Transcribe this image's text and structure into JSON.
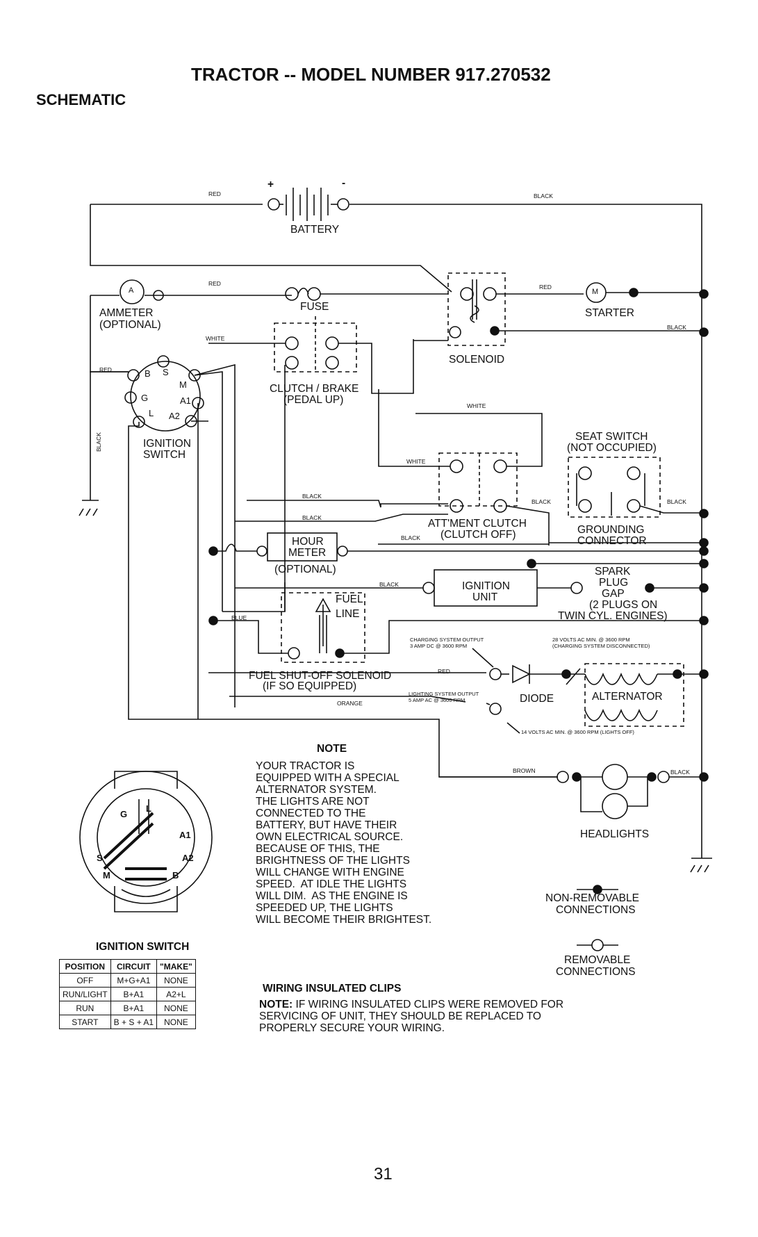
{
  "page": {
    "title": "TRACTOR -- MODEL NUMBER 917.270532",
    "section": "SCHEMATIC",
    "page_number": "31"
  },
  "labels": {
    "battery": "BATTERY",
    "battery_plus": "+",
    "battery_minus": "-",
    "ammeter": "AMMETER",
    "ammeter_optional": "(OPTIONAL)",
    "ammeter_symbol": "A",
    "fuse": "FUSE",
    "solenoid": "SOLENOID",
    "starter": "STARTER",
    "starter_symbol": "M",
    "clutch_brake": "CLUTCH / BRAKE",
    "clutch_brake_sub": "(PEDAL UP)",
    "ignition_switch": "IGNITION",
    "ignition_switch_2": "SWITCH",
    "seat_switch": "SEAT SWITCH",
    "seat_switch_sub": "(NOT OCCUPIED)",
    "attment_clutch": "ATT'MENT CLUTCH",
    "attment_clutch_sub": "(CLUTCH OFF)",
    "grounding": "GROUNDING",
    "grounding_2": "CONNECTOR",
    "hour_meter": "HOUR",
    "hour_meter_2": "METER",
    "hour_meter_optional": "(OPTIONAL)",
    "ignition_unit": "IGNITION",
    "ignition_unit_2": "UNIT",
    "spark_plug": "SPARK",
    "spark_plug_2": "PLUG",
    "spark_plug_3": "GAP",
    "spark_plug_4": "(2 PLUGS ON",
    "spark_plug_5": "TWIN CYL. ENGINES)",
    "fuel_line": "FUEL",
    "fuel_line_2": "LINE",
    "fuel_solenoid": "FUEL SHUT-OFF SOLENOID",
    "fuel_solenoid_sub": "(IF SO EQUIPPED)",
    "charging_output": "CHARGING SYSTEM OUTPUT",
    "charging_output_2": "3 AMP DC @ 3600 RPM",
    "volts_28": "28 VOLTS AC MIN. @ 3600 RPM",
    "volts_28_2": "(CHARGING SYSTEM DISCONNECTED)",
    "lighting_output": "LIGHTING SYSTEM OUTPUT",
    "lighting_output_2": "5 AMP AC @ 3600 RPM",
    "diode": "DIODE",
    "alternator": "ALTERNATOR",
    "volts_14": "14 VOLTS AC MIN. @ 3600 RPM (LIGHTS OFF)",
    "headlights": "HEADLIGHTS",
    "non_removable": "NON-REMOVABLE",
    "non_removable_2": "CONNECTIONS",
    "removable": "REMOVABLE",
    "removable_2": "CONNECTIONS",
    "switch_terminals": [
      "B",
      "S",
      "M",
      "G",
      "A1",
      "L",
      "A2"
    ]
  },
  "wires": {
    "red": "RED",
    "black": "BLACK",
    "white": "WHITE",
    "blue": "BLUE",
    "orange": "ORANGE",
    "brown": "BROWN"
  },
  "note": {
    "heading": "NOTE",
    "lines": [
      "YOUR TRACTOR IS",
      "EQUIPPED WITH A SPECIAL",
      "ALTERNATOR SYSTEM.",
      "THE LIGHTS ARE NOT",
      "CONNECTED TO THE",
      "BATTERY, BUT HAVE THEIR",
      "OWN ELECTRICAL SOURCE.",
      "BECAUSE OF THIS, THE",
      "BRIGHTNESS OF THE LIGHTS",
      "WILL CHANGE WITH ENGINE",
      "SPEED.  AT IDLE THE LIGHTS",
      "WILL DIM.  AS THE ENGINE IS",
      "SPEEDED UP, THE LIGHTS",
      "WILL BECOME THEIR BRIGHTEST."
    ]
  },
  "clips": {
    "heading": "WIRING INSULATED CLIPS",
    "note_label": "NOTE:",
    "note_text": "IF WIRING INSULATED CLIPS WERE REMOVED FOR",
    "note_text_2": "SERVICING OF UNIT, THEY SHOULD BE REPLACED TO",
    "note_text_3": "PROPERLY SECURE YOUR WIRING."
  },
  "ignition_table": {
    "caption": "IGNITION SWITCH",
    "headers": [
      "POSITION",
      "CIRCUIT",
      "\"MAKE\""
    ],
    "rows": [
      [
        "OFF",
        "M+G+A1",
        "NONE"
      ],
      [
        "RUN/LIGHT",
        "B+A1",
        "A2+L"
      ],
      [
        "RUN",
        "B+A1",
        "NONE"
      ],
      [
        "START",
        "B + S + A1",
        "NONE"
      ]
    ],
    "diagram_terminals": [
      "G",
      "L",
      "A1",
      "S",
      "A2",
      "M",
      "B"
    ]
  }
}
